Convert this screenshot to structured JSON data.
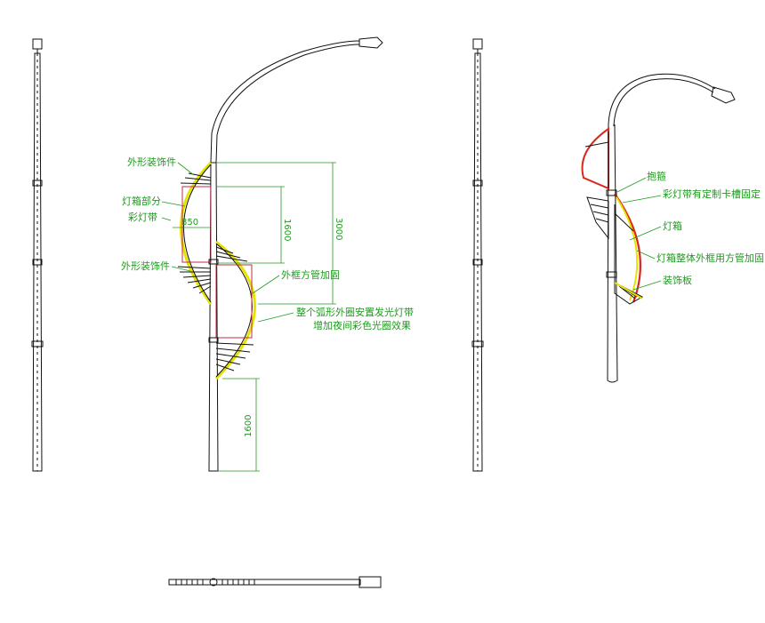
{
  "colors": {
    "line": "#111111",
    "annotation": "#1f9a1f",
    "light_box_frame": "#c0284a",
    "led_strip": "#e8e200",
    "red_strip": "#d8281e",
    "background": "#ffffff"
  },
  "front_view": {
    "labels": {
      "outer_decoration_top": "外形装饰件",
      "light_box_part": "灯箱部分",
      "color_strip": "彩灯带",
      "outer_decoration_bottom": "外形装饰件",
      "frame_square_tube": "外框方管加固",
      "note_line1": "整个弧形外圈安置发光灯带",
      "note_line2": "增加夜间彩色光圈效果"
    },
    "dimensions": {
      "width_850": "850",
      "height_1600_upper": "1600",
      "height_3000": "3000",
      "height_1600_lower": "1600"
    }
  },
  "perspective_view": {
    "labels": {
      "hoop": "抱箍",
      "strip_fixing": "彩灯带有定制卡槽固定",
      "light_box": "灯箱",
      "frame_note": "灯箱整体外框用方管加固",
      "deco_plate": "装饰板"
    }
  },
  "views": [
    "side-view-left",
    "front-view",
    "side-view-right",
    "perspective-view",
    "top-view"
  ]
}
